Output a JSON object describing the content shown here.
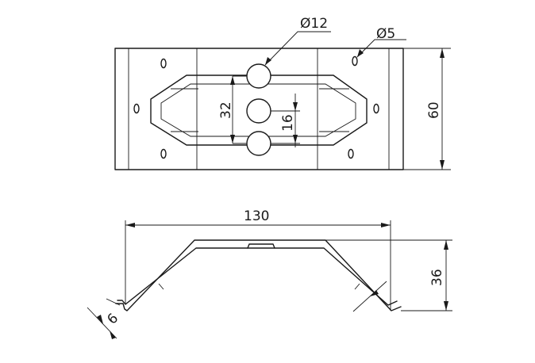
{
  "top_view": {
    "dim_hole_large": "Ø12",
    "dim_hole_small": "Ø5",
    "dim_width": "60",
    "dim_hole_span": "32",
    "dim_hole_pitch": "16"
  },
  "side_view": {
    "dim_length": "130",
    "dim_height": "36",
    "dim_sheet": "6"
  }
}
